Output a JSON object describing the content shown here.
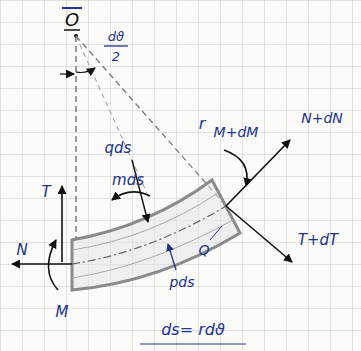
{
  "diagram": {
    "labels": [
      "O",
      "dϑ",
      "2",
      "r",
      "qds",
      "mds",
      "M+dM",
      "N+dN",
      "T",
      "T+dT",
      "N",
      "M",
      "pds",
      "Q",
      "ds= rdϑ"
    ]
  }
}
